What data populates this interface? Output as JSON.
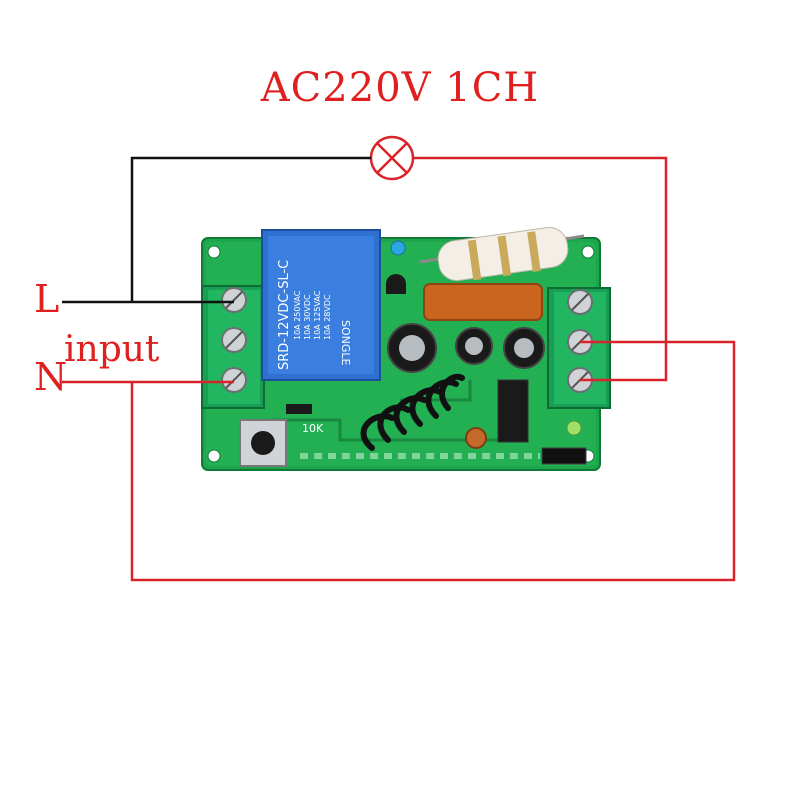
{
  "diagram": {
    "title": "AC220V  1CH",
    "labels": {
      "live": "L",
      "neutral": "N",
      "input": "input"
    }
  },
  "board_markings": {
    "relay_brand": "SONGLE",
    "relay_model": "SRD-12VDC-SL-C",
    "relay_ratings": [
      "10A 250VAC",
      "10A 30VDC",
      "10A 125VAC",
      "10A 28VDC"
    ],
    "resistor_label": "10K"
  },
  "colors": {
    "wire_red": "#d9232b",
    "wire_black": "#111111",
    "lamp": "#d9232b",
    "pcb": "#1fa54d",
    "terminal": "#1a9e55",
    "relay": "#2f6fd0"
  }
}
